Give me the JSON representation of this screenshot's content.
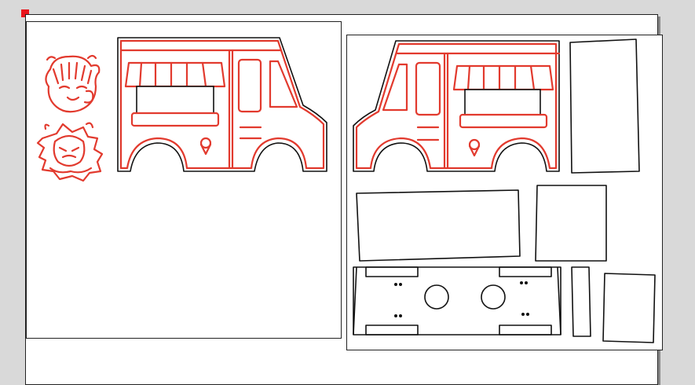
{
  "canvas": {
    "background_color": "#d9d9d9",
    "page_color": "#ffffff",
    "stroke_color": "#111111",
    "accent_color": "#e23a2e",
    "marker_color": "#e8141b"
  },
  "artwork": {
    "left_sheet": {
      "objects": [
        "chibi-girl-sticker",
        "chibi-angry-sticker",
        "truck-side-serving-window"
      ]
    },
    "right_sheet": {
      "objects": [
        "truck-side-cab-window",
        "rear-panel",
        "roof-panel",
        "front-panel",
        "base-panel",
        "thin-strip",
        "small-panel"
      ]
    },
    "icons": [
      "ice-cream-cone-icon",
      "wheel-axle-hole-icon"
    ]
  }
}
